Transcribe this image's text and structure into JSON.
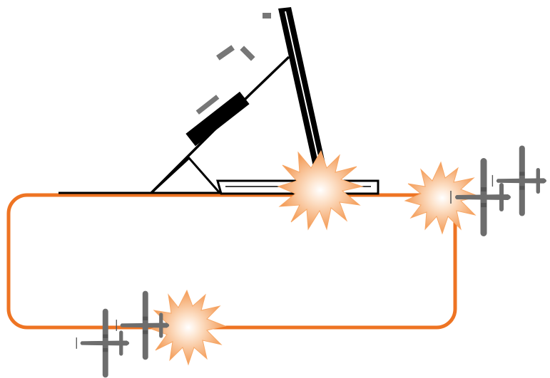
{
  "diagram": {
    "colors": {
      "background": "#ffffff",
      "loop_track": "#ee7423",
      "structure": "#000000",
      "dash_marks": "#777777",
      "burst_outer": "#f7a868",
      "burst_inner": "#fff4ea",
      "aircraft": "#6d6d6d"
    },
    "icons": [
      "explosion-burst-icon",
      "fighter-plane-icon"
    ],
    "elements": {
      "loop_track": "rounded-rectangle-loop",
      "structure": "hinged-lever-mechanism",
      "explosions": [
        "burst-at-mechanism",
        "burst-right",
        "burst-bottom-left"
      ],
      "aircraft": [
        "plane-right-1",
        "plane-right-2",
        "plane-bottom-1",
        "plane-bottom-2"
      ]
    }
  }
}
